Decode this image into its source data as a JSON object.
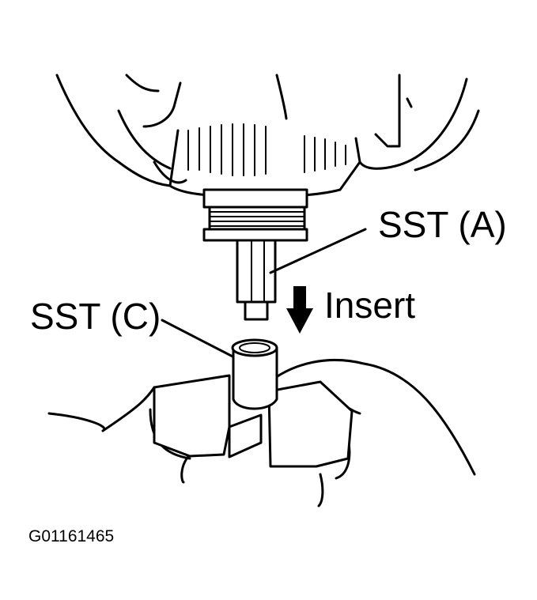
{
  "labels": {
    "sst_a": "SST (A)",
    "sst_c": "SST (C)",
    "action": "Insert"
  },
  "figure_code": "G01161465",
  "colors": {
    "ink": "#000000",
    "paper": "#ffffff"
  },
  "icons": {
    "direction_arrow": "arrow-down-icon"
  }
}
